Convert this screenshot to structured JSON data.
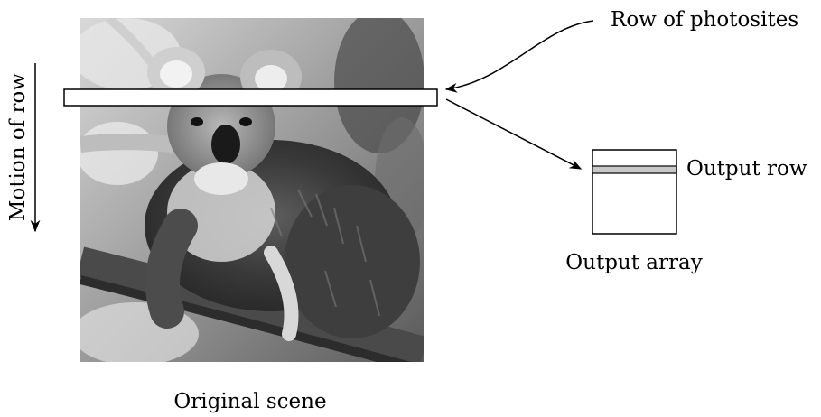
{
  "labels": {
    "row_of_photosites": "Row of photosites",
    "motion_of_row": "Motion of row",
    "output_row": "Output row",
    "output_array": "Output array",
    "original_scene": "Original scene"
  },
  "scene": {
    "subject": "koala on a tree branch",
    "style": "grayscale photograph"
  },
  "colors": {
    "stroke": "#000000",
    "output_row_fill": "#c8c8c8",
    "background": "#ffffff"
  }
}
